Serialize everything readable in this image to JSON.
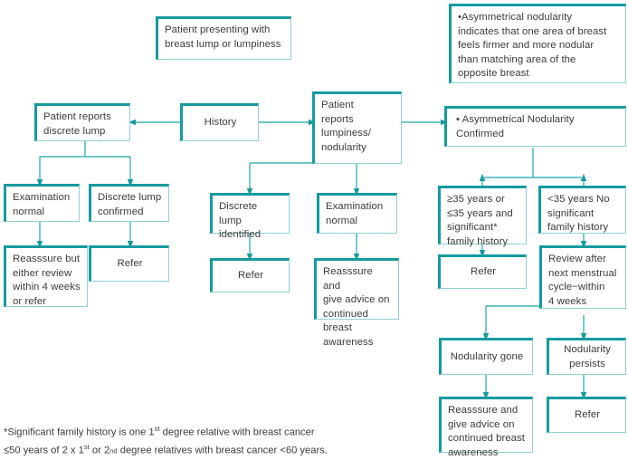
{
  "document": {
    "title": "Breast lump or lumpiness assessment flowchart",
    "accent_color": "#159a9f",
    "accent_light_color": "#8fd0d3",
    "text_color": "#3b3b3b",
    "background_color": "#ffffff"
  },
  "nodes": {
    "start": {
      "label": "Patient presenting with\nbreast lump or lumpiness"
    },
    "info_note": {
      "label": "•Asymmetrical nodularity\nindicates that one area of breast\nfeels firmer and more nodular\nthan matching area of the\nopposite breast"
    },
    "history": {
      "label": "History"
    },
    "reports_discrete_lump": {
      "label": "Patient reports\ndiscrete lump"
    },
    "reports_lumpiness": {
      "label": "Patient\nreports\nlumpiness/\nnodularity"
    },
    "asym_confirmed": {
      "label": "• Asymmetrical Nodularity Confirmed"
    },
    "exam_normal_left": {
      "label": "Examination\nnormal"
    },
    "discrete_lump_confirmed": {
      "label": "Discrete lump\nconfirmed"
    },
    "discrete_lump_identified": {
      "label": "Discrete lump\nidentified"
    },
    "exam_normal_mid": {
      "label": "Examination\nnormal"
    },
    "age_criteria_refer": {
      "label": "≥35 years or\n≤35 years and\nsignificant*\nfamily history"
    },
    "age_criteria_review": {
      "label": "<35 years No\nsignificant\nfamily history"
    },
    "reassure_review_or_refer": {
      "label": "Reasssure but\neither review\nwithin 4 weeks\nor refer"
    },
    "refer_left": {
      "label": "Refer"
    },
    "refer_mid": {
      "label": "Refer"
    },
    "reassure_advice_mid": {
      "label": "Reasssure and\ngive advice on\ncontinued breast\nawareness"
    },
    "refer_right_age": {
      "label": "Refer"
    },
    "review_menstrual": {
      "label": "Review after\nnext menstrual\ncycle−within\n4 weeks"
    },
    "nodularity_gone": {
      "label": "Nodularity gone"
    },
    "nodularity_persists": {
      "label": "Nodularity\npersists"
    },
    "reassure_advice_bottom": {
      "label": "Reasssure and\ngive advice on\ncontinued breast\nawareness"
    },
    "refer_persists": {
      "label": "Refer"
    }
  },
  "footnote": {
    "line1_a": "*Significant family history is one 1",
    "line1_sup": "st",
    "line1_b": " degree relative with breast cancer",
    "line2_a": "≤50 years of 2 x 1",
    "line2_sup1": "st",
    "line2_b": " or 2",
    "line2_sub": "nd",
    "line2_c": " degree relatives with breast cancer <60 years."
  }
}
